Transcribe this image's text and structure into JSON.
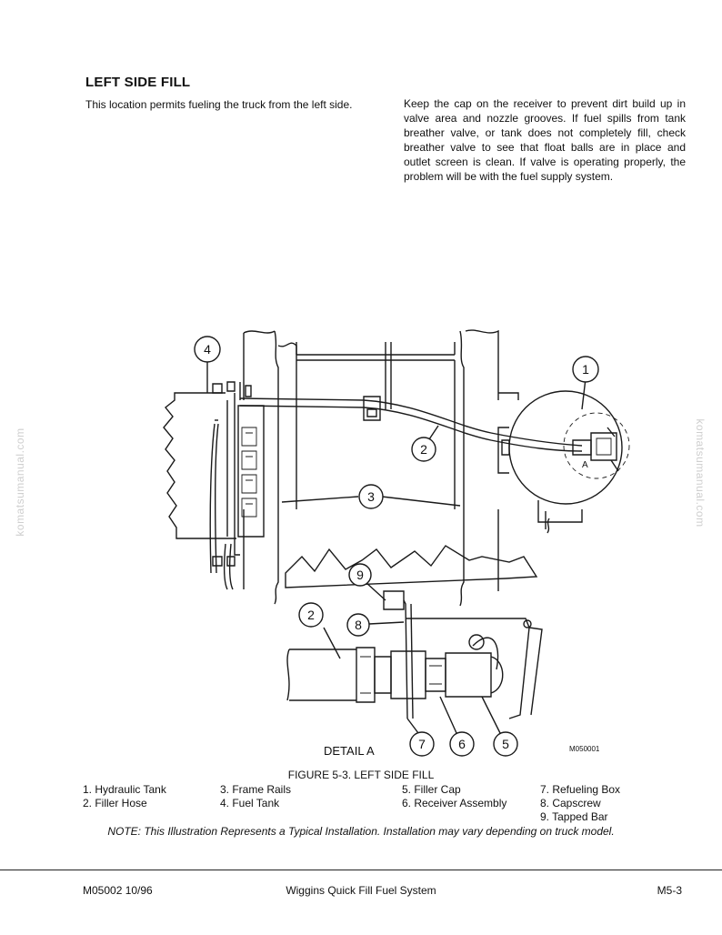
{
  "heading": "LEFT SIDE FILL",
  "intro": "This location permits fueling the truck from the left side.",
  "body_text": "Keep the cap on the receiver to prevent dirt build up in valve area and nozzle grooves. If fuel spills from tank breather valve, or tank does not completely fill, check breather valve to see that float balls are in place and outlet screen is clean. If valve is operating properly, the problem will be with the fuel supply system.",
  "watermark": "komatsumanual.com",
  "figure": {
    "callouts": {
      "c1": "1",
      "c2": "2",
      "c3": "3",
      "c4": "4",
      "d2": "2",
      "d5": "5",
      "d6": "6",
      "d7": "7",
      "d8": "8",
      "d9": "9"
    },
    "detail_marker": "A",
    "detail_label": "DETAIL A",
    "drawing_id": "M050001",
    "caption": "FIGURE 5-3. LEFT SIDE FILL"
  },
  "legend": {
    "col1": [
      "1. Hydraulic Tank",
      "2. Filler Hose"
    ],
    "col2": [
      "3. Frame Rails",
      "4. Fuel Tank"
    ],
    "col3": [
      "5. Filler Cap",
      "6. Receiver Assembly"
    ],
    "col4": [
      "7. Refueling Box",
      "8. Capscrew",
      "9. Tapped Bar"
    ]
  },
  "note": "NOTE: This Illustration Represents a Typical Installation. Installation may vary depending on truck model.",
  "footer": {
    "left": "M05002 10/96",
    "center": "Wiggins Quick Fill Fuel System",
    "right": "M5-3"
  }
}
